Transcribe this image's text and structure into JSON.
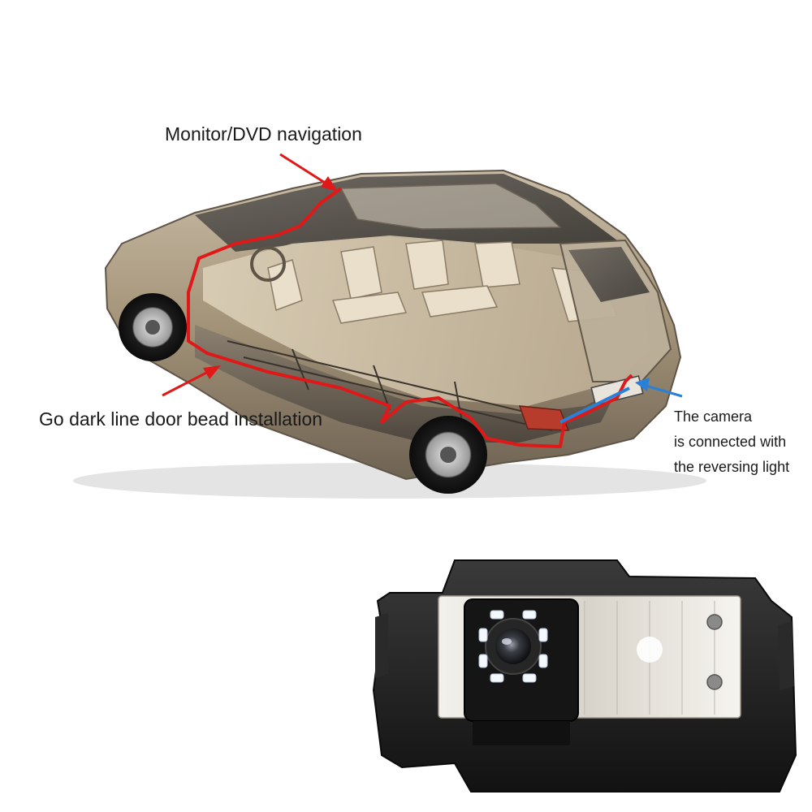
{
  "annotations": {
    "monitor": "Monitor/DVD navigation",
    "door_bead": "Go dark line door bead installation",
    "camera_line1": "The camera",
    "camera_line2": "is connected with",
    "camera_line3": "the reversing light"
  },
  "colors": {
    "wiring_route": "#e01818",
    "camera_link": "#2a7fd6",
    "car_body": "#9a8a72",
    "camera_housing": "#1c1c1c",
    "led": "#f4f8ff"
  },
  "icons": {
    "car": "car-cutaway-illustration",
    "camera": "license-plate-camera-illustration"
  }
}
